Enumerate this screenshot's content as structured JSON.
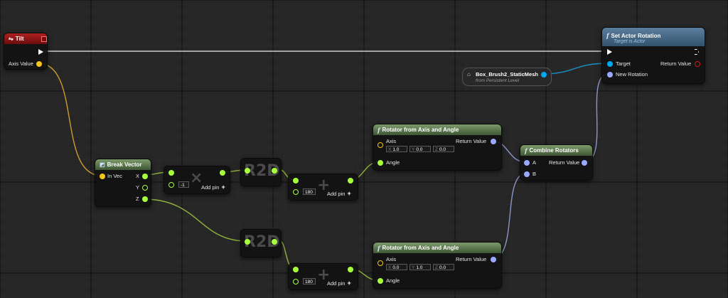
{
  "colors": {
    "background": "#262626",
    "float_pin": "#a6ff3a",
    "vector_pin": "#f5c518",
    "rotator_pin": "#9aa8ff",
    "object_pin": "#00a8f4",
    "exec_pin": "#ffffff",
    "float_wire": "#8fb43a",
    "vector_wire": "#c99a2e",
    "rotator_wire": "#8d96c8",
    "object_wire": "#1b8fc6",
    "header_function": "#3d5a78",
    "header_pure": "#4b6b3f",
    "header_event": "#8a1212"
  },
  "tilt_event": {
    "title": "Tilt",
    "icon": "input-axis-icon",
    "axis_value_label": "Axis Value"
  },
  "break_vector": {
    "title": "Break Vector",
    "in_label": "In Vec",
    "x_label": "X",
    "y_label": "Y",
    "z_label": "Z"
  },
  "multiply_node": {
    "operator_symbol": "×",
    "value": "-1",
    "add_pin_label": "Add pin"
  },
  "r2d_top": {
    "label": "R2D"
  },
  "r2d_bottom": {
    "label": "R2D"
  },
  "add_top": {
    "operator_symbol": "+",
    "value": "180",
    "add_pin_label": "Add pin"
  },
  "add_bottom": {
    "operator_symbol": "+",
    "value": "180",
    "add_pin_label": "Add pin"
  },
  "rotator_top": {
    "title": "Rotator from Axis and Angle",
    "axis_label": "Axis",
    "x_label": "X",
    "x_value": "1.0",
    "y_label": "Y",
    "y_value": "0.0",
    "z_label": "Z",
    "z_value": "0.0",
    "angle_label": "Angle",
    "return_label": "Return Value"
  },
  "rotator_bottom": {
    "title": "Rotator from Axis and Angle",
    "axis_label": "Axis",
    "x_label": "X",
    "x_value": "0.0",
    "y_label": "Y",
    "y_value": "1.0",
    "z_label": "Z",
    "z_value": "0.0",
    "angle_label": "Angle",
    "return_label": "Return Value"
  },
  "combine_rotators": {
    "title": "Combine Rotators",
    "a_label": "A",
    "b_label": "B",
    "return_label": "Return Value"
  },
  "set_actor_rotation": {
    "title": "Set Actor Rotation",
    "subtitle": "Target is Actor",
    "target_label": "Target",
    "new_rotation_label": "New Rotation",
    "return_label": "Return Value"
  },
  "actor_reference": {
    "name": "Box_Brush2_StaticMesh",
    "subtitle": "from Persistent Level"
  }
}
